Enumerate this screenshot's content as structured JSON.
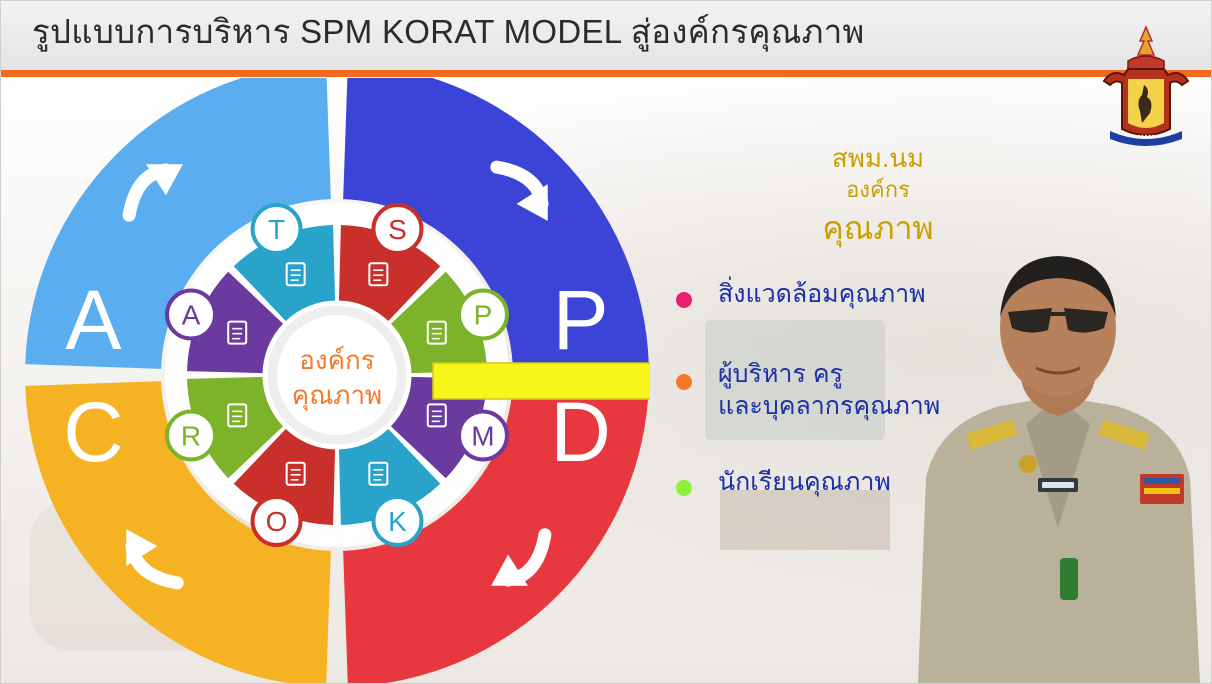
{
  "title": "รูปแบบการบริหาร SPM KORAT MODEL สู่องค์กรคุณภาพ",
  "colors": {
    "accent": "#f26b1d",
    "A_quadrant": "#5aaef0",
    "P_quadrant": "#3c44d8",
    "D_quadrant": "#e8383f",
    "C_quadrant": "#f5b323",
    "arrow": "#f6f61a",
    "right_label": "#c8a000",
    "bullet_text": "#1b2fa8"
  },
  "cycle": {
    "quadrants": [
      {
        "letter": "A",
        "color": "#5aaef0"
      },
      {
        "letter": "P",
        "color": "#3c44d8"
      },
      {
        "letter": "D",
        "color": "#e8383f"
      },
      {
        "letter": "C",
        "color": "#f5b323"
      }
    ],
    "center_label_line1": "องค์กร",
    "center_label_line2": "คุณภาพ",
    "segments": [
      {
        "letter": "S",
        "color": "#c9302c",
        "icon": "presentation-board-icon"
      },
      {
        "letter": "P",
        "color": "#7cb32b",
        "icon": "document-icon"
      },
      {
        "letter": "M",
        "color": "#6a3a9e",
        "icon": "clipboard-icon"
      },
      {
        "letter": "K",
        "color": "#29a3c9",
        "icon": "file-icon"
      },
      {
        "letter": "O",
        "color": "#c9302c",
        "icon": "checklist-icon"
      },
      {
        "letter": "R",
        "color": "#7cb32b",
        "icon": "form-icon"
      },
      {
        "letter": "A",
        "color": "#6a3a9e",
        "icon": "list-icon"
      },
      {
        "letter": "T",
        "color": "#29a3c9",
        "icon": "presentation-board-icon"
      }
    ]
  },
  "org": {
    "line1": "สพม.นม",
    "line2": "องค์กร",
    "line3": "คุณภาพ"
  },
  "bullets": [
    {
      "lines": [
        "สิ่งแวดล้อมคุณภาพ"
      ],
      "color": "#ea1f74"
    },
    {
      "lines": [
        "ผู้บริหาร ครู",
        "และบุคลากรคุณภาพ"
      ],
      "color": "#f2782a"
    },
    {
      "lines": [
        "นักเรียนคุณภาพ"
      ],
      "color": "#8ef23a"
    }
  ],
  "emblem_icon": "institution-emblem-icon",
  "person_icon": "official-portrait-icon"
}
